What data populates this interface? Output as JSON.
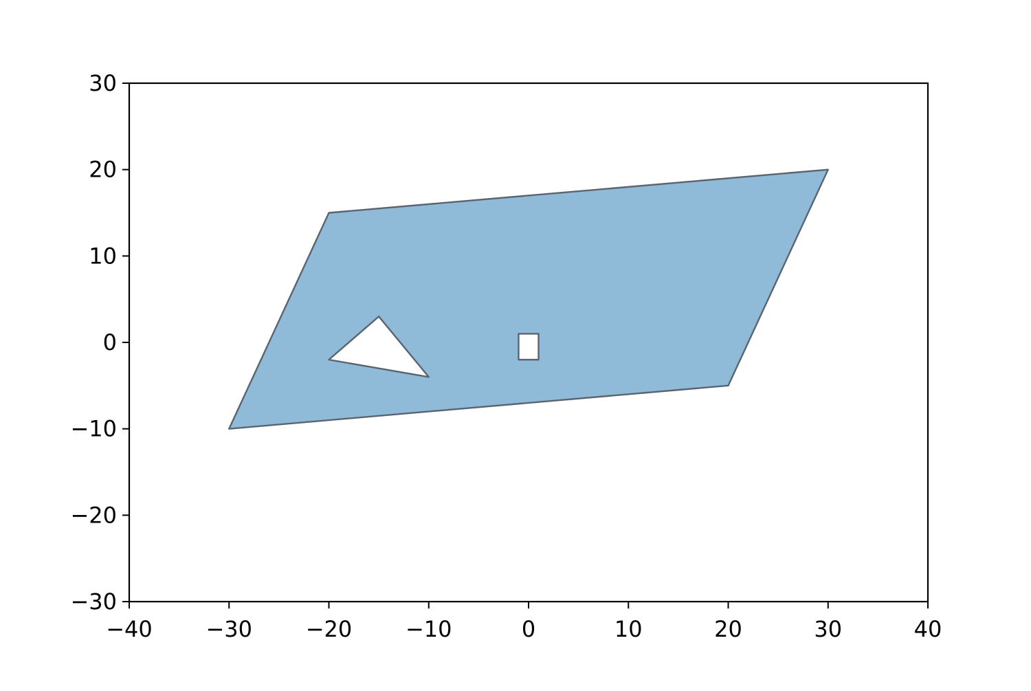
{
  "chart_data": {
    "type": "polygon",
    "title": "",
    "xlabel": "",
    "ylabel": "",
    "xlim": [
      -40,
      40
    ],
    "ylim": [
      -30,
      30
    ],
    "xticks": [
      -40,
      -30,
      -20,
      -10,
      0,
      10,
      20,
      30,
      40
    ],
    "yticks": [
      -30,
      -20,
      -10,
      0,
      10,
      20,
      30
    ],
    "xtick_labels": [
      "−40",
      "−30",
      "−20",
      "−10",
      "0",
      "10",
      "20",
      "30",
      "40"
    ],
    "ytick_labels": [
      "−30",
      "−20",
      "−10",
      "0",
      "10",
      "20",
      "30"
    ],
    "grid": false,
    "polygon": {
      "exterior": [
        [
          -30,
          -10
        ],
        [
          -20,
          15
        ],
        [
          30,
          20
        ],
        [
          20,
          -5
        ]
      ],
      "holes": [
        [
          [
            -20,
            -2
          ],
          [
            -15,
            3
          ],
          [
            -10,
            -4
          ]
        ],
        [
          [
            -1,
            -2
          ],
          [
            -1,
            1
          ],
          [
            1,
            1
          ],
          [
            1,
            -2
          ]
        ]
      ],
      "fill_color": "#1f77b4",
      "fill_opacity": 0.5,
      "edge_color": "#5a6470"
    }
  }
}
